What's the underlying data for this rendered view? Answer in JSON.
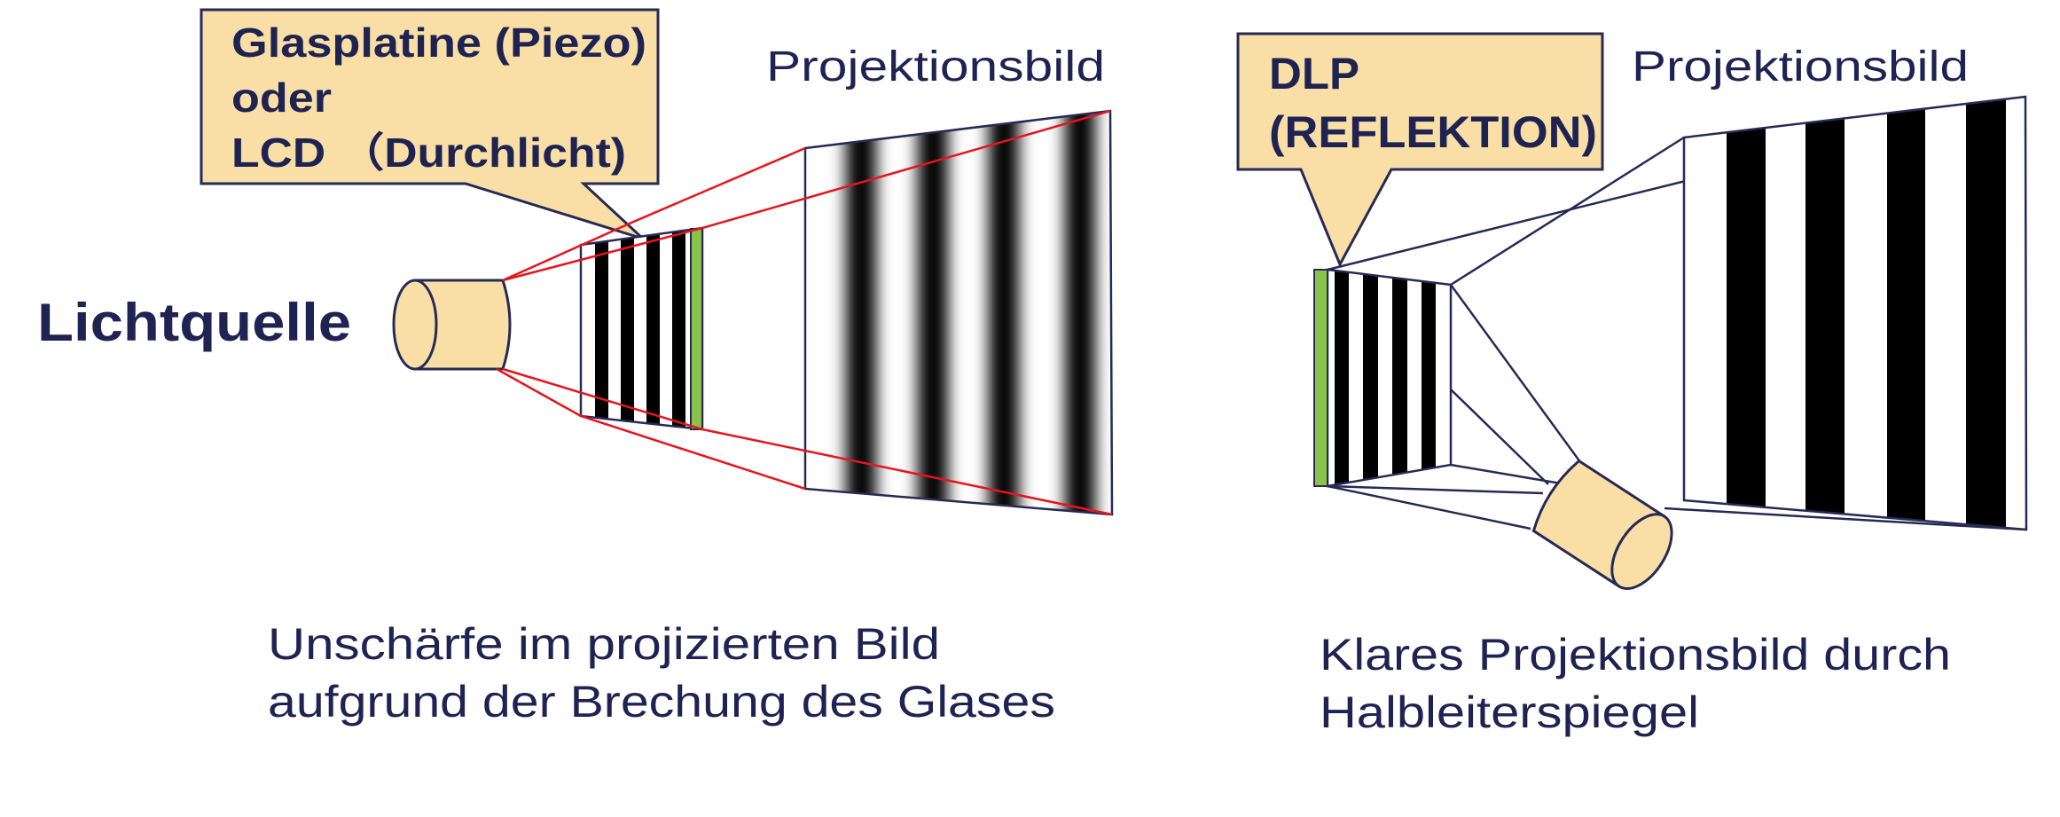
{
  "colors": {
    "text": "#1f2352",
    "callout_fill": "#f9dfa5",
    "stroke": "#262a55",
    "mirror_green": "#8bc34a",
    "ray_red": "#e8141c"
  },
  "left": {
    "callout_lines": [
      "Glasplatine (Piezo)",
      "oder",
      "LCD （Durchlicht)"
    ],
    "projection_label": "Projektionsbild",
    "light_source_label": "Lichtquelle",
    "caption_lines": [
      "Unschärfe im projizierten Bild",
      "aufgrund der Brechung des Glases"
    ]
  },
  "right": {
    "callout_lines": [
      "DLP",
      "(REFLEKTION)"
    ],
    "projection_label": "Projektionsbild",
    "caption_lines": [
      "Klares Projektionsbild durch",
      "Halbleiterspiegel"
    ]
  }
}
